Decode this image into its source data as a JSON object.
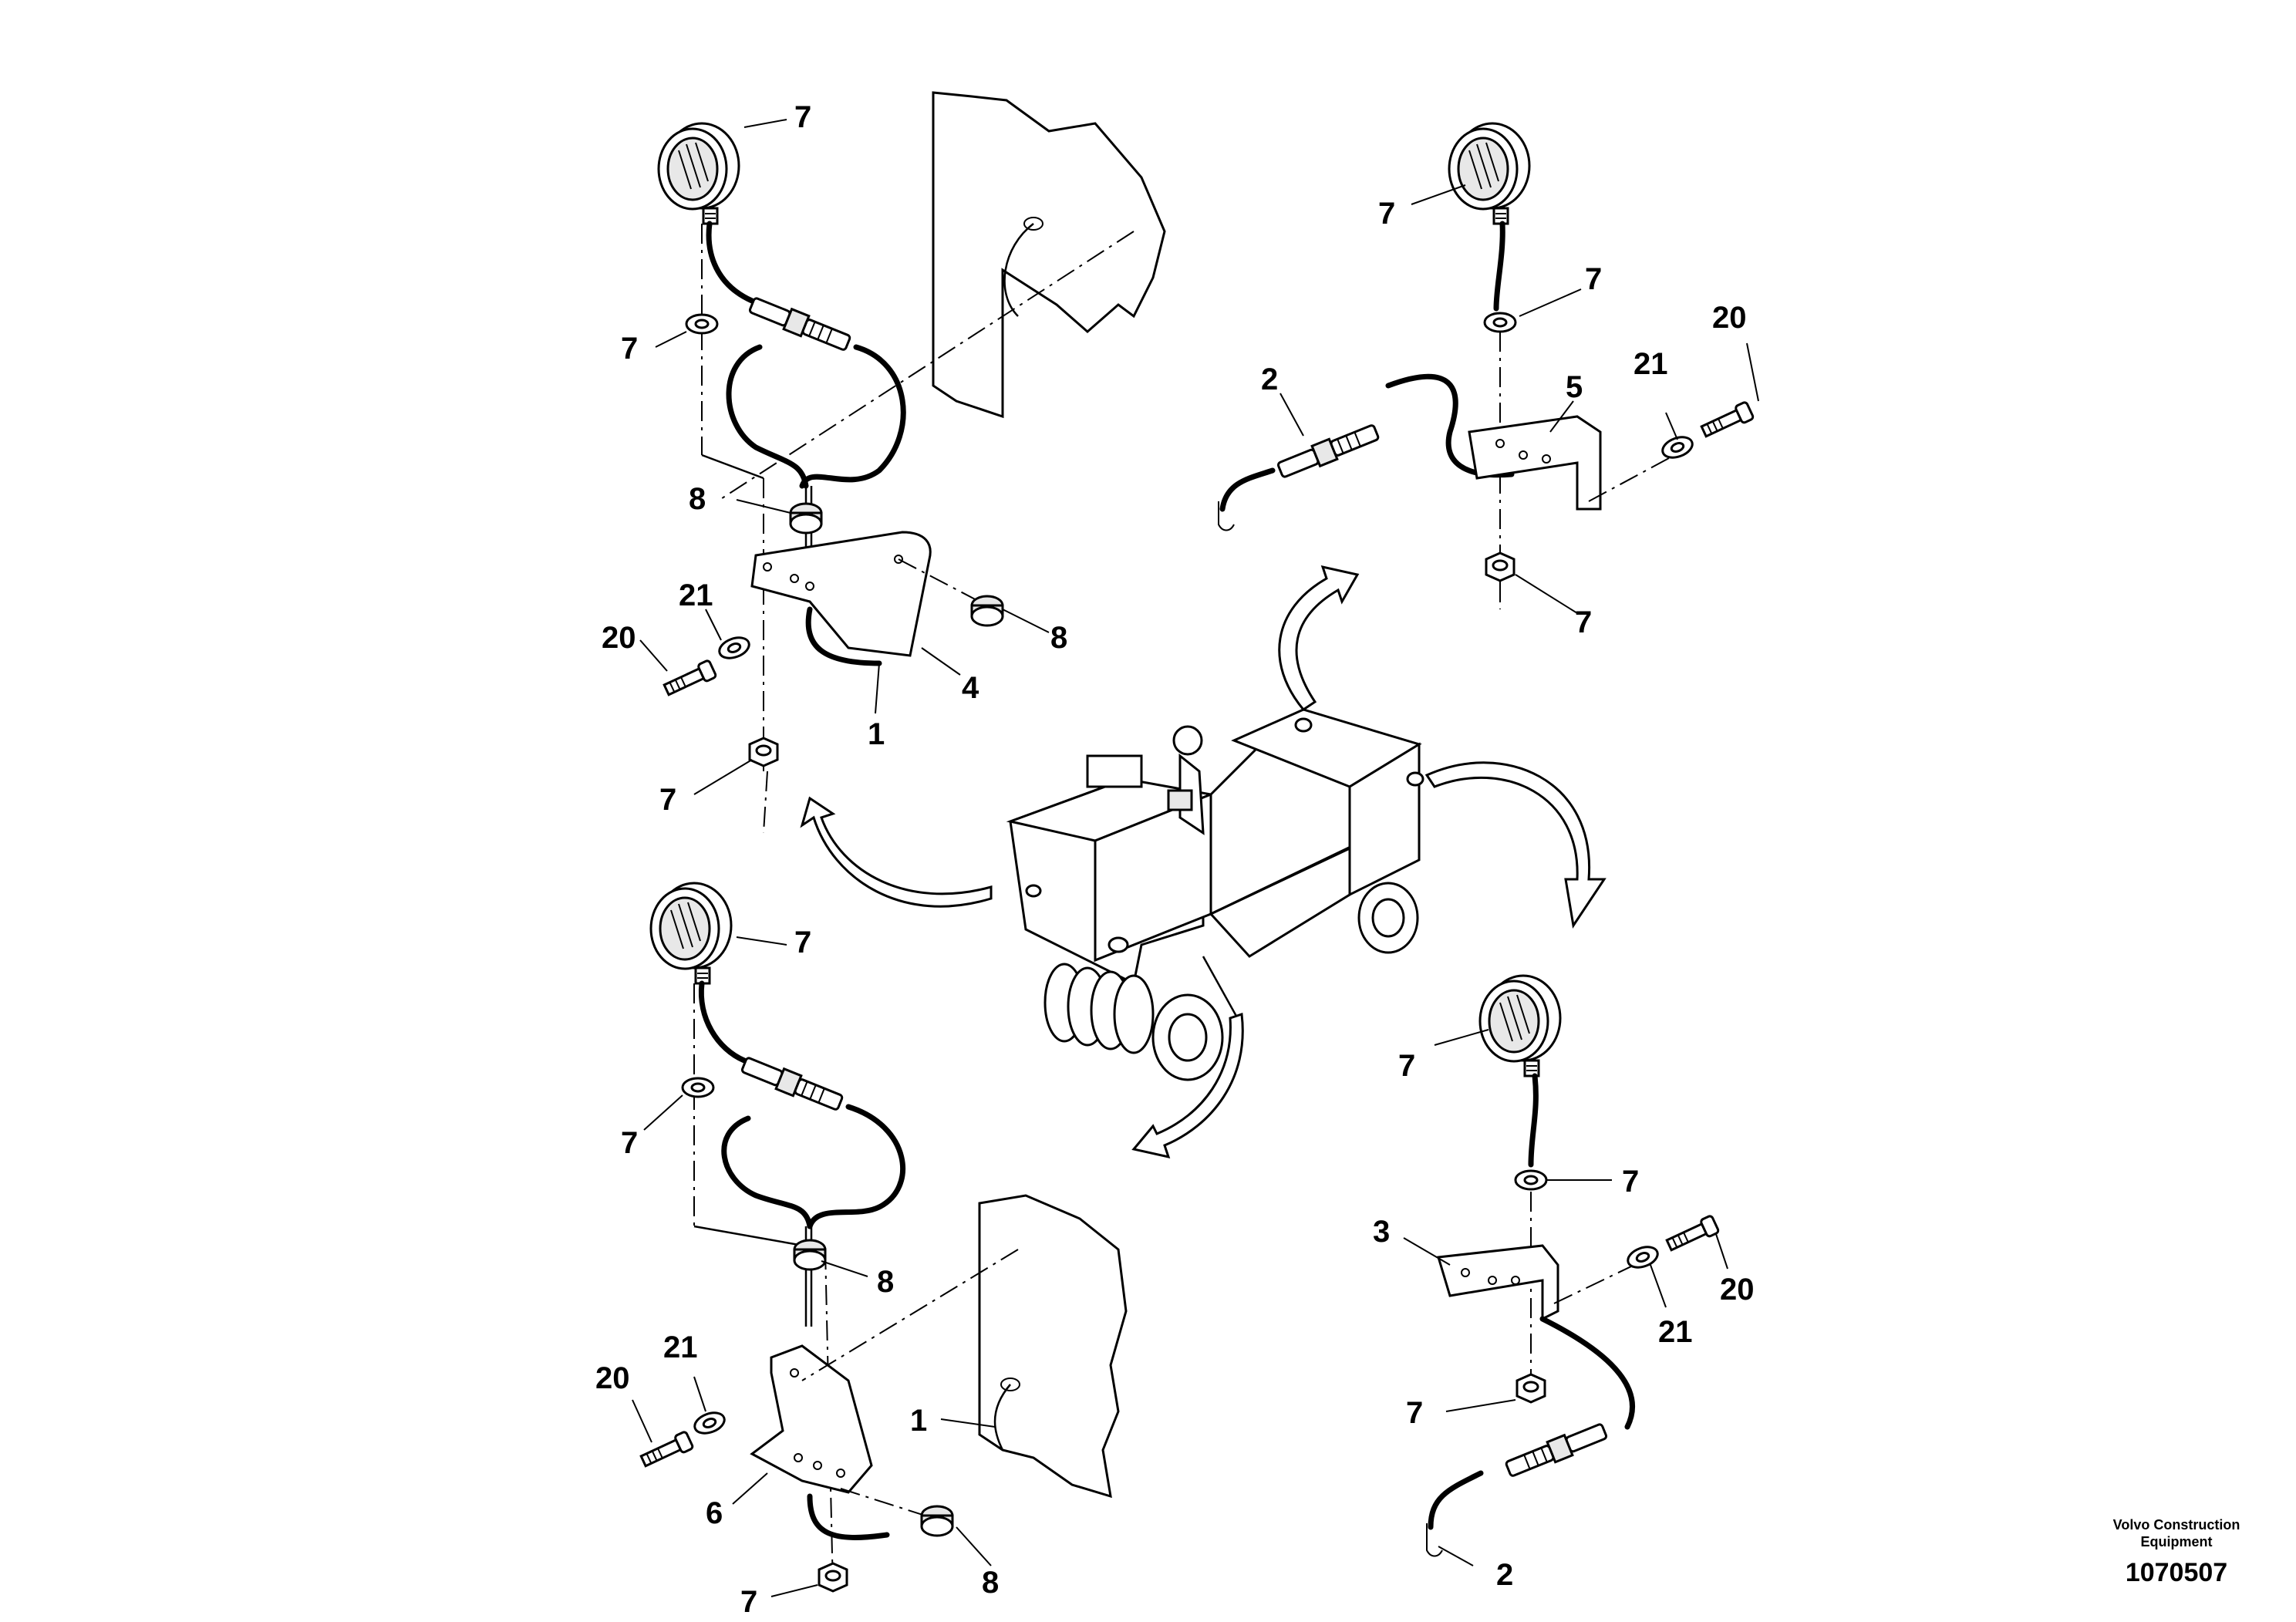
{
  "diagram": {
    "callouts": {
      "tl_lamp": "7",
      "tl_washer": "7",
      "tl_grommet": "8",
      "tl_washer21": "21",
      "tl_bolt": "20",
      "tl_grommet2": "8",
      "tl_bracket": "4",
      "tl_cable": "1",
      "tl_nut": "7",
      "tr_lamp": "7",
      "tr_washer": "7",
      "tr_bolt": "20",
      "tr_washer21": "21",
      "tr_cable": "2",
      "tr_bracket": "5",
      "tr_nut": "7",
      "bl_lamp": "7",
      "bl_washer": "7",
      "bl_grommet": "8",
      "bl_washer21": "21",
      "bl_bolt": "20",
      "bl_cable": "1",
      "bl_bracket": "6",
      "bl_nut": "7",
      "bl_grommet2": "8",
      "br_lamp": "7",
      "br_washer": "7",
      "br_bracket": "3",
      "br_bolt": "20",
      "br_washer21": "21",
      "br_nut": "7",
      "br_cable": "2"
    }
  },
  "footer": {
    "brand_line1": "Volvo Construction",
    "brand_line2": "Equipment",
    "drawing_number": "1070507"
  }
}
